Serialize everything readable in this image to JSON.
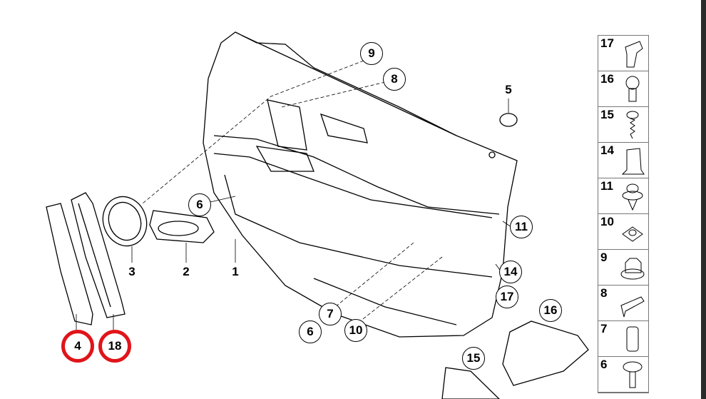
{
  "callouts": [
    "9",
    "8",
    "6",
    "11",
    "14",
    "17",
    "16",
    "7",
    "6",
    "10",
    "15"
  ],
  "highlighted_callouts": [
    "4",
    "18"
  ],
  "plain_labels": [
    "5",
    "3",
    "2",
    "1"
  ],
  "legend": [
    "17",
    "16",
    "15",
    "14",
    "11",
    "10",
    "9",
    "8",
    "7",
    "6"
  ],
  "colors": {
    "highlight": "#e0141a"
  }
}
